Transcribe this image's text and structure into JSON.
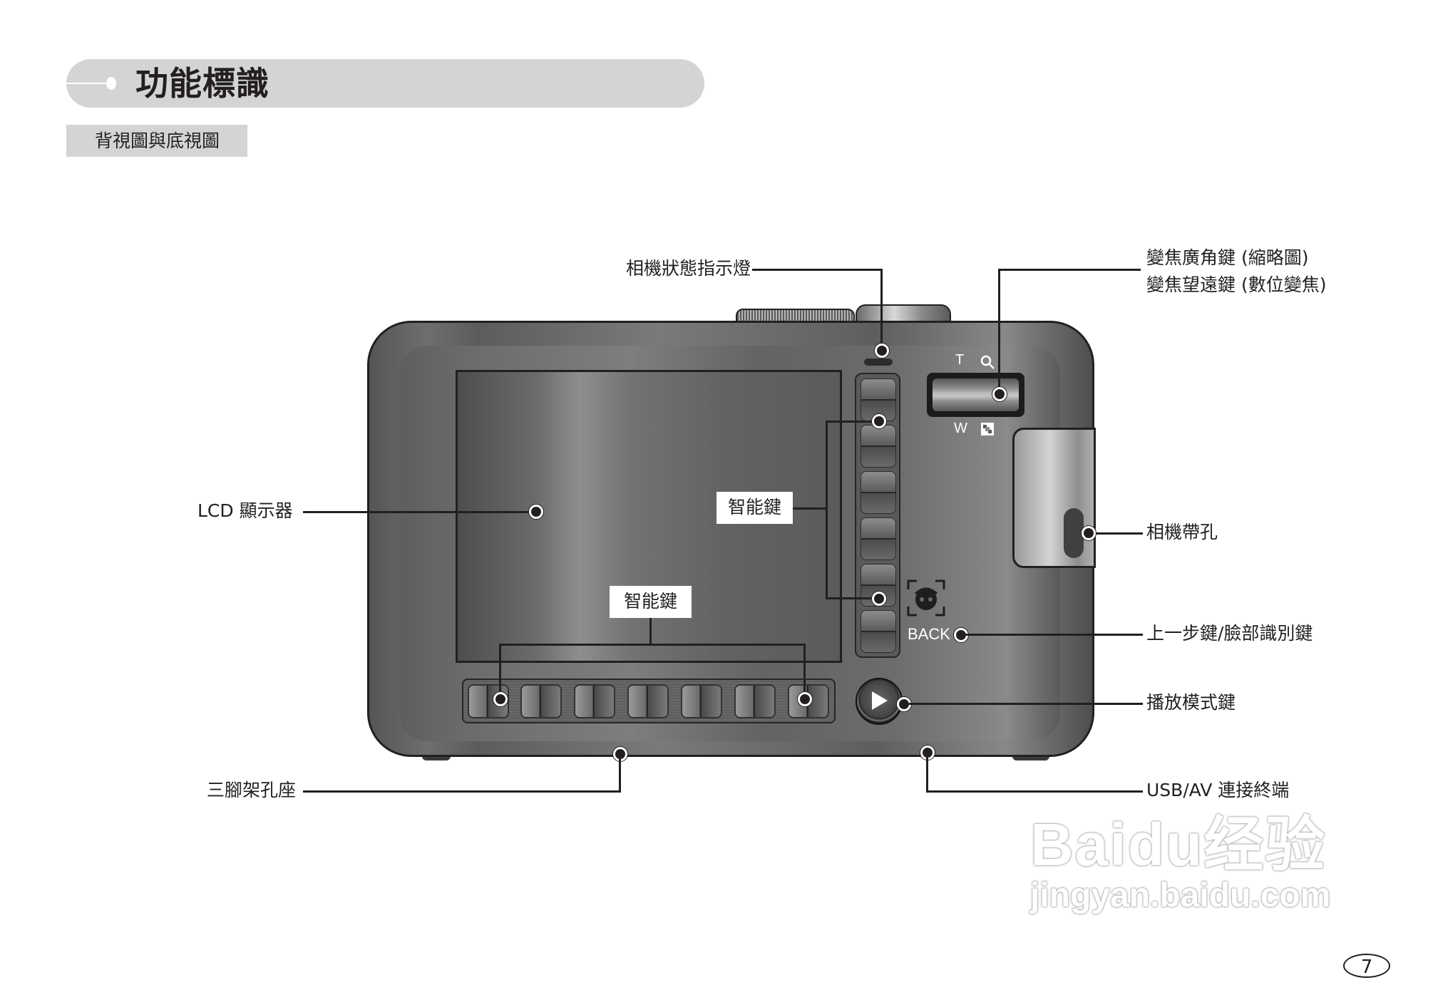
{
  "header": {
    "title": "功能標識",
    "subtitle": "背視圖與底視圖"
  },
  "camera": {
    "zoom_rocker": {
      "top_left": "T",
      "top_right_icon": "magnifier-icon",
      "bottom_left": "W",
      "bottom_right_icon": "thumbnail-grid-icon"
    },
    "back_label": "BACK",
    "play_icon": "play-icon",
    "face_icon": "face-recognition-icon",
    "vertical_buttons": 6,
    "horizontal_buttons": 7
  },
  "callouts": {
    "status_lamp": "相機狀態指示燈",
    "zoom_wide": "變焦廣角鍵 (縮略圖)",
    "zoom_tele": "變焦望遠鍵 (數位變焦)",
    "lcd": "LCD 顯示器",
    "smart_key_right": "智能鍵",
    "smart_key_bottom": "智能鍵",
    "strap_eyelet": "相機帶孔",
    "back_face": "上一步鍵/臉部識別鍵",
    "play_mode": "播放模式鍵",
    "tripod": "三腳架孔座",
    "usb_av": "USB/AV 連接終端"
  },
  "watermark": {
    "brand": "Baidu经验",
    "url": "jingyan.baidu.com"
  },
  "page_number": "7"
}
